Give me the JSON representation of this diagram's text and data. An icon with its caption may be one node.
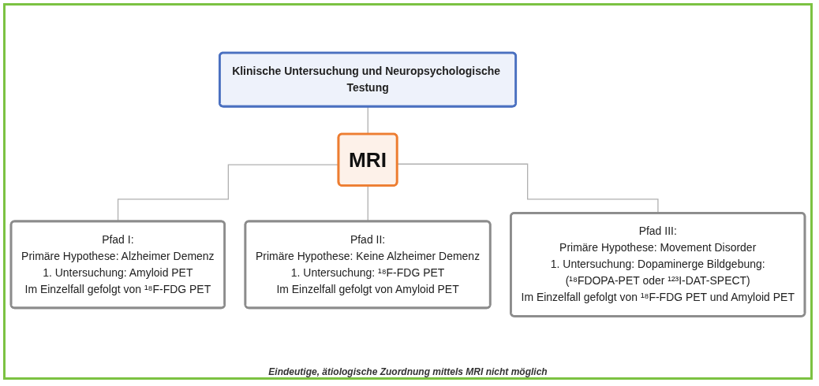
{
  "diagram": {
    "nodes": [
      {
        "text": [
          "Klinische Untersuchung und Neuropsychologische Testung"
        ]
      },
      {
        "text": [
          "MRI"
        ]
      },
      {
        "text": [
          "Pfad I:",
          "Primäre Hypothese: Alzheimer Demenz",
          "1. Untersuchung: Amyloid PET",
          "Im Einzelfall gefolgt von ¹⁸F-FDG PET"
        ]
      },
      {
        "text": [
          "Pfad II:",
          "Primäre Hypothese: Keine Alzheimer Demenz",
          "1. Untersuchung: ¹⁸F-FDG PET",
          "Im Einzelfall gefolgt von Amyloid PET"
        ]
      },
      {
        "text": [
          "Pfad III:",
          "Primäre Hypothese: Movement Disorder",
          "1. Untersuchung: Dopaminerge Bildgebung:",
          "(¹⁸FDOPA-PET oder ¹²³I-DAT-SPECT)",
          "Im Einzelfall gefolgt von ¹⁸F-FDG PET und Amyloid PET"
        ]
      }
    ],
    "edges": [
      {
        "from": 0,
        "to": 1,
        "arrow": "none"
      },
      {
        "from": 1,
        "to": 2,
        "arrow": "none"
      },
      {
        "from": 1,
        "to": 3,
        "arrow": "none"
      },
      {
        "from": 1,
        "to": 4,
        "arrow": "none"
      }
    ],
    "labels": [
      "Eindeutige, ätiologische Zuordnung mittels MRI nicht möglich"
    ]
  }
}
